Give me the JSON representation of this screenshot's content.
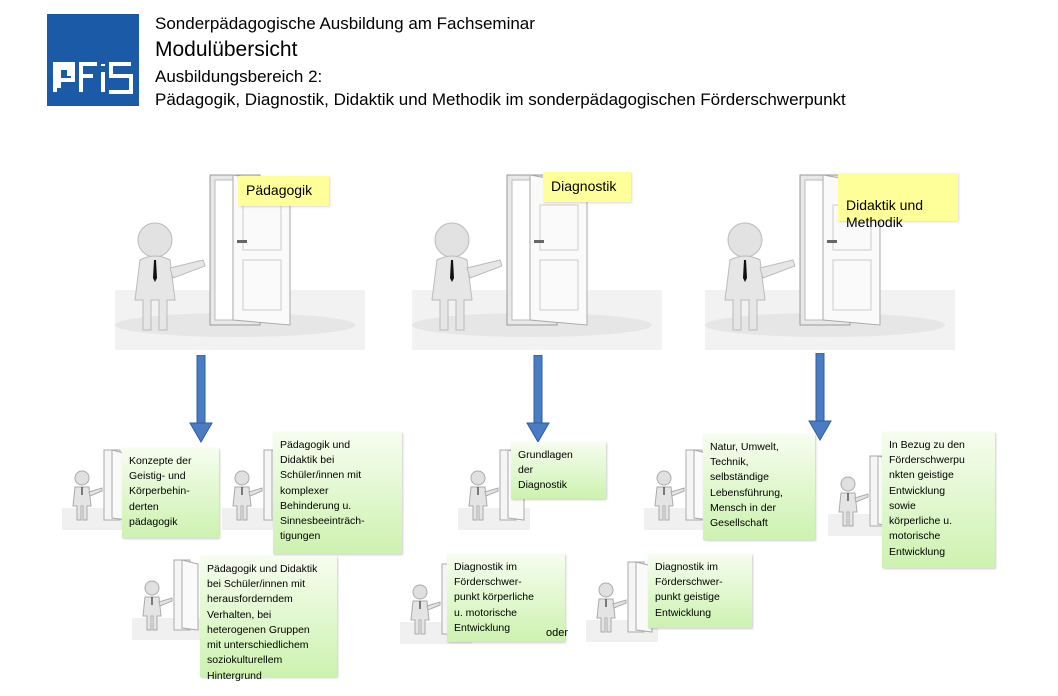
{
  "header": {
    "line1": "Sonderpädagogische Ausbildung am Fachseminar",
    "line2": "Modulübersicht",
    "line3": "Ausbildungsbereich 2:",
    "line4": "Pädagogik, Diagnostik, Didaktik und Methodik im sonderpädagogischen Förderschwerpunkt"
  },
  "logo": {
    "text": "pfis",
    "color": "#1a5aa6"
  },
  "categories": [
    {
      "label": "Pädagogik"
    },
    {
      "label": "Diagnostik"
    },
    {
      "label": "Didaktik und\nMethodik"
    }
  ],
  "modules": {
    "paed1": "Konzepte der\nGeistig- und\nKörperbehin-\nderten\npädagogik",
    "paed2": "Pädagogik und\nDidaktik bei\nSchüler/innen mit\nkomplexer\nBehinderung u.\nSinnesbeeinträch-\ntigungen",
    "paed3": "Pädagogik und Didaktik\nbei Schüler/innen mit\nherausforderndem\nVerhalten, bei\nheterogenen Gruppen\nmit unterschiedlichem\nsoziokulturellem\nHintergrund",
    "diag1": "Grundlagen\nder\nDiagnostik",
    "diag2": "Diagnostik im\nFörderschwer-\npunkt körperliche\nu. motorische\nEntwicklung",
    "diag3": "Diagnostik im\nFörderschwer-\npunkt geistige\nEntwicklung",
    "did1": "Natur, Umwelt,\nTechnik,\nselbständige\nLebensführung,\nMensch in der\nGesellschaft",
    "did2": "In Bezug zu den\nFörderschwerpu\nnkten geistige\nEntwicklung\nsowie\nkörperliche u.\nmotorische\nEntwicklung"
  },
  "connector": "oder",
  "colors": {
    "arrow": "#4a7cc4",
    "label_yellow": "#ffff99",
    "box_green": "#cdf2b0"
  }
}
